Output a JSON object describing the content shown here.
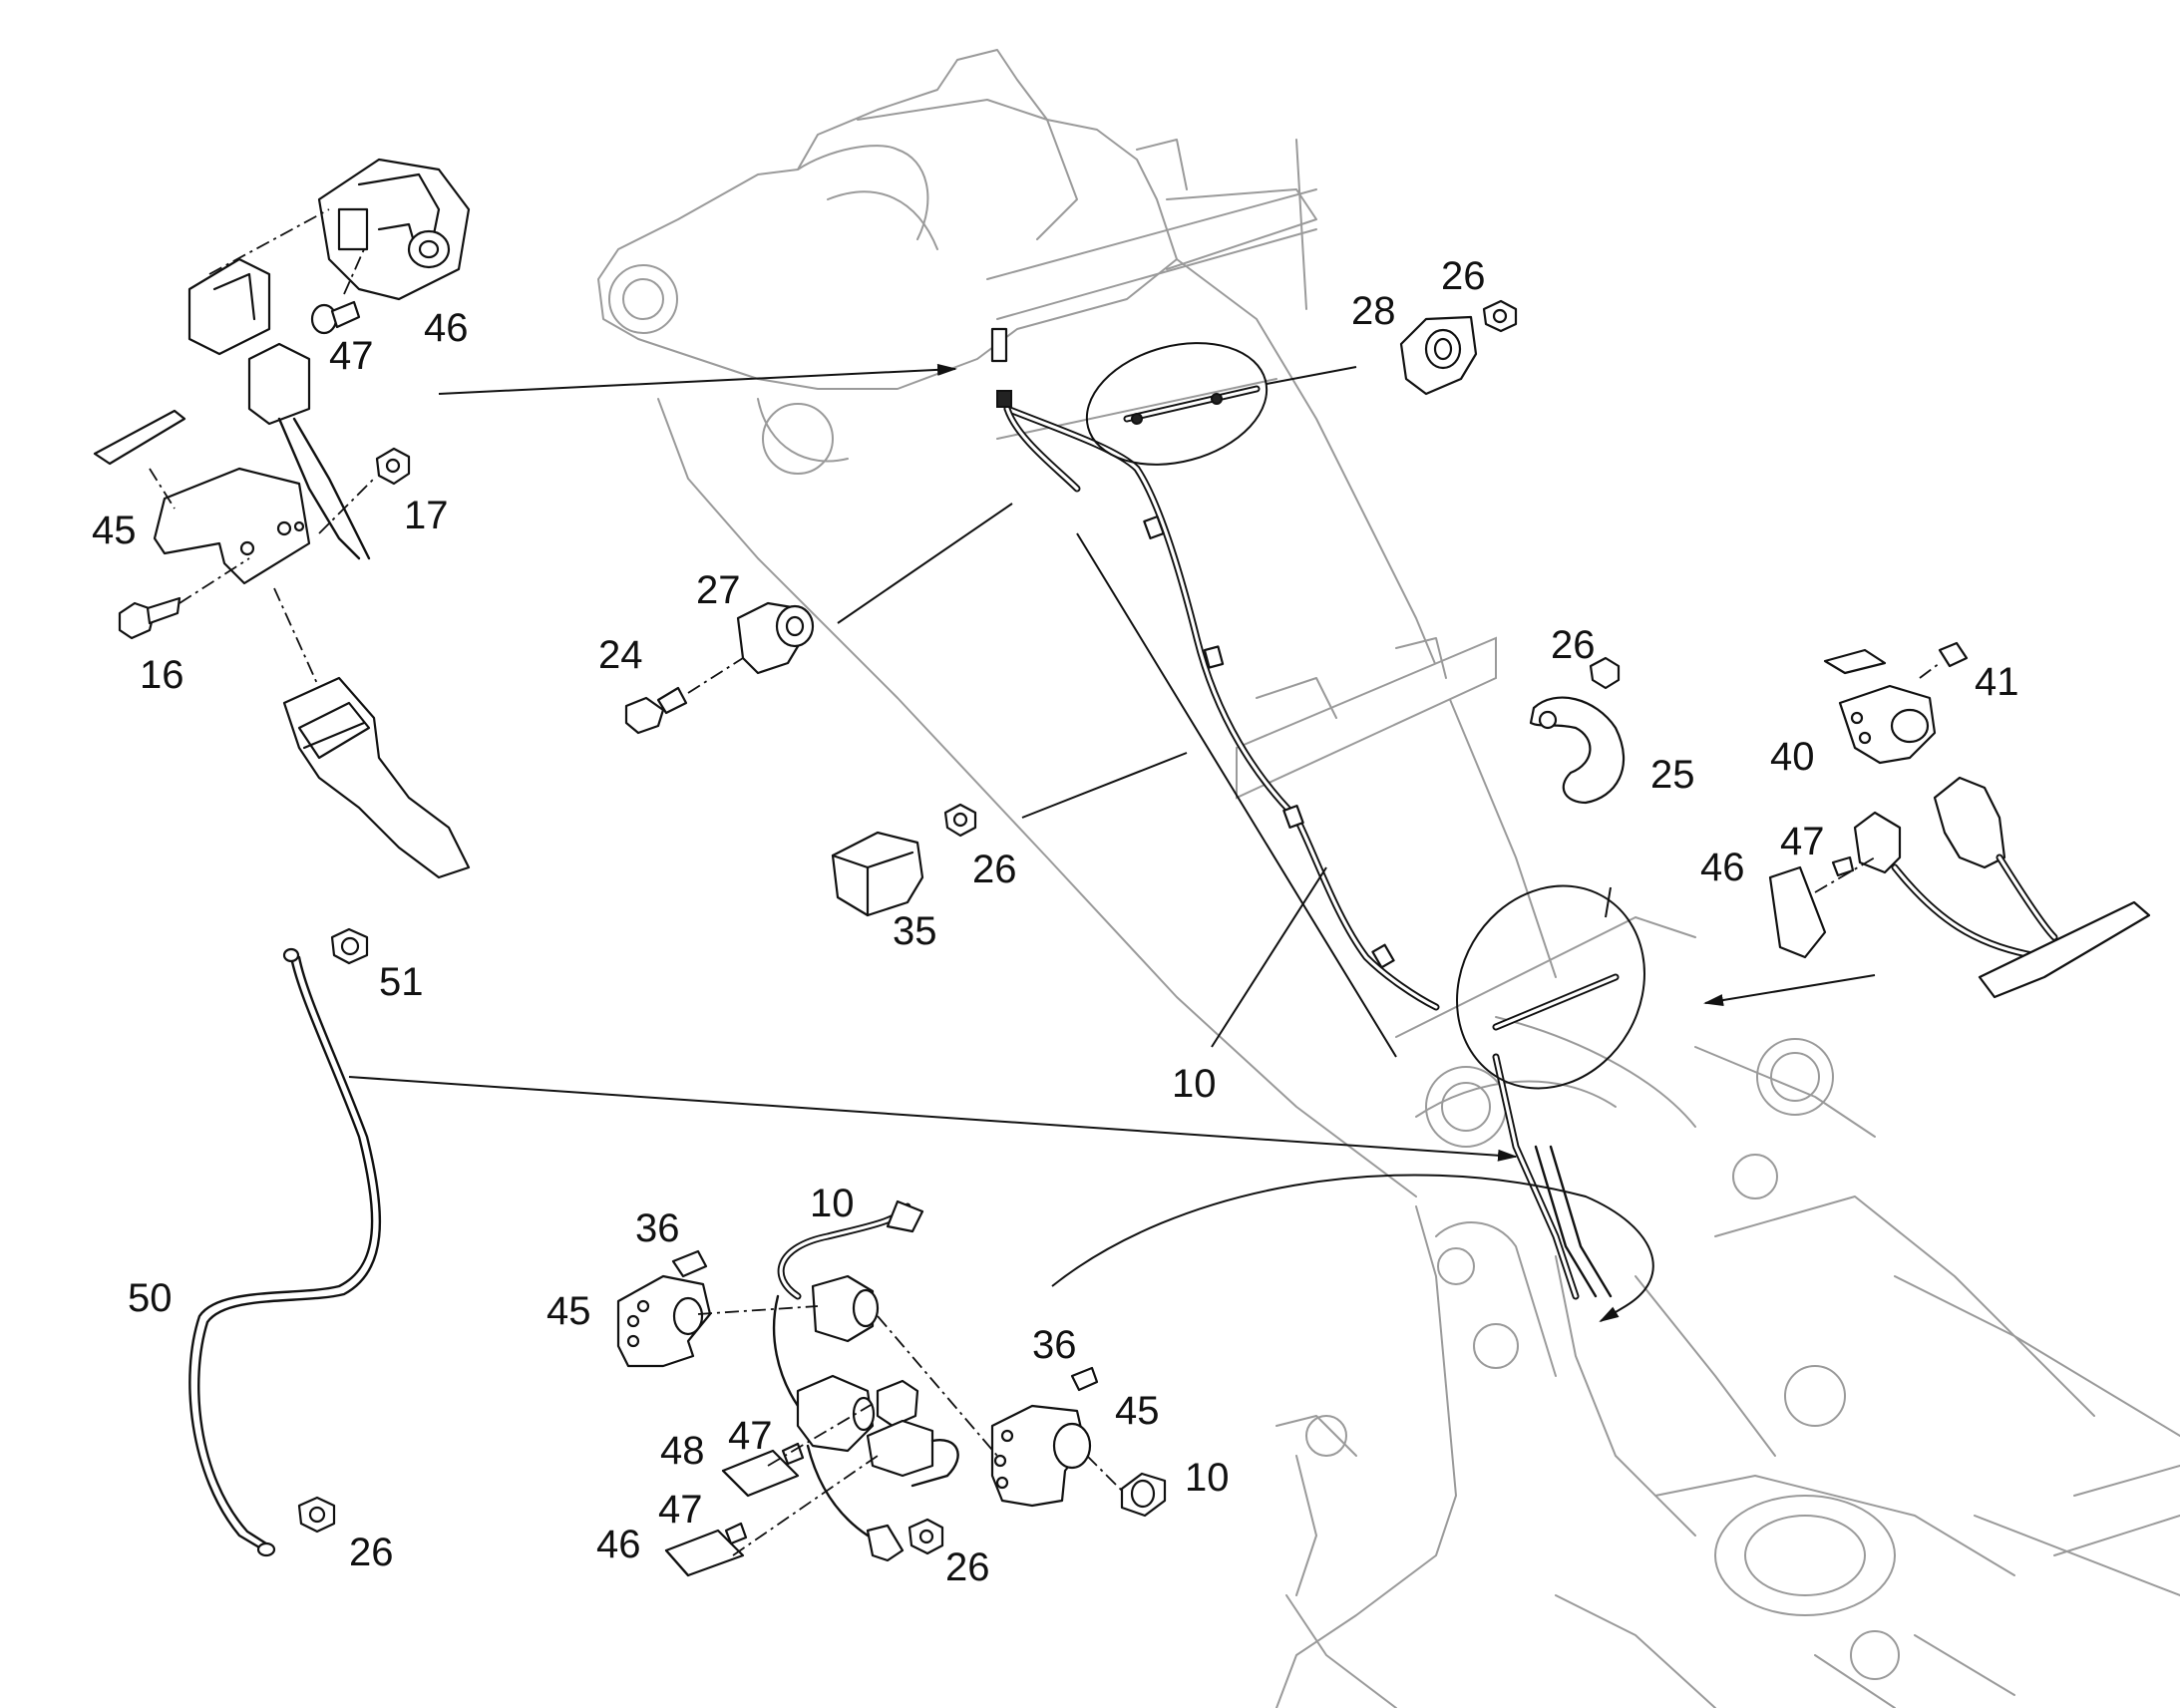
{
  "diagram": {
    "callouts": [
      {
        "id": "c46a",
        "text": "46"
      },
      {
        "id": "c47a",
        "text": "47"
      },
      {
        "id": "c45a",
        "text": "45"
      },
      {
        "id": "c17",
        "text": "17"
      },
      {
        "id": "c16",
        "text": "16"
      },
      {
        "id": "c28",
        "text": "28"
      },
      {
        "id": "c26a",
        "text": "26"
      },
      {
        "id": "c27",
        "text": "27"
      },
      {
        "id": "c24",
        "text": "24"
      },
      {
        "id": "c26b",
        "text": "26"
      },
      {
        "id": "c25",
        "text": "25"
      },
      {
        "id": "c41",
        "text": "41"
      },
      {
        "id": "c40",
        "text": "40"
      },
      {
        "id": "c47b",
        "text": "47"
      },
      {
        "id": "c46b",
        "text": "46"
      },
      {
        "id": "c26c",
        "text": "26"
      },
      {
        "id": "c35",
        "text": "35"
      },
      {
        "id": "c51",
        "text": "51"
      },
      {
        "id": "c10a",
        "text": "10"
      },
      {
        "id": "c50",
        "text": "50"
      },
      {
        "id": "c26d",
        "text": "26"
      },
      {
        "id": "c10b",
        "text": "10"
      },
      {
        "id": "c36a",
        "text": "36"
      },
      {
        "id": "c45b",
        "text": "45"
      },
      {
        "id": "c36b",
        "text": "36"
      },
      {
        "id": "c45c",
        "text": "45"
      },
      {
        "id": "c10c",
        "text": "10"
      },
      {
        "id": "c48",
        "text": "48"
      },
      {
        "id": "c47c",
        "text": "47"
      },
      {
        "id": "c47d",
        "text": "47"
      },
      {
        "id": "c46c",
        "text": "46"
      },
      {
        "id": "c26e",
        "text": "26"
      }
    ]
  }
}
